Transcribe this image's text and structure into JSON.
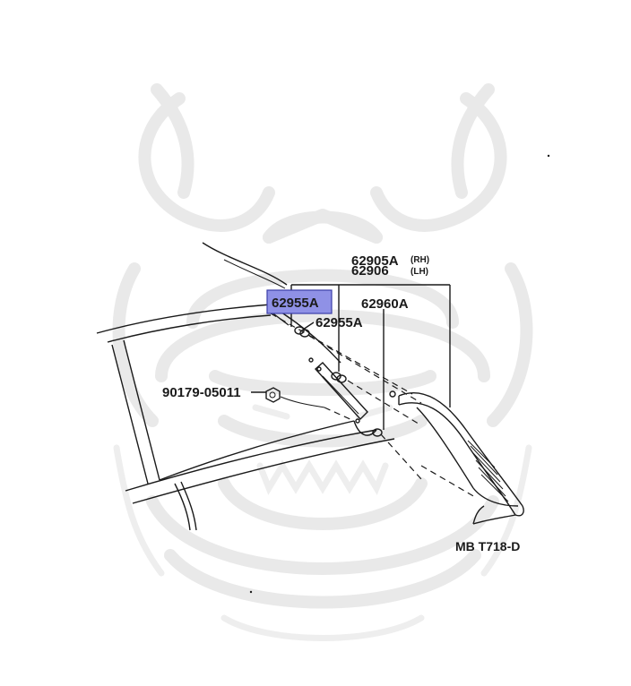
{
  "labels": {
    "p62905a": "62905A",
    "p62905a_side": "(RH)",
    "p62906": "62906",
    "p62906_side": "(LH)",
    "p62955a_highlighted": "62955A",
    "p62955a": "62955A",
    "p62960a": "62960A",
    "p90179": "90179-05011",
    "ref_code": "MB T718-D"
  },
  "colors": {
    "highlight": "#8f91e6",
    "line": "#1a1a1a",
    "watermark": "#e9e9e9"
  },
  "watermark": {
    "type": "samurai-helmet-logo"
  }
}
